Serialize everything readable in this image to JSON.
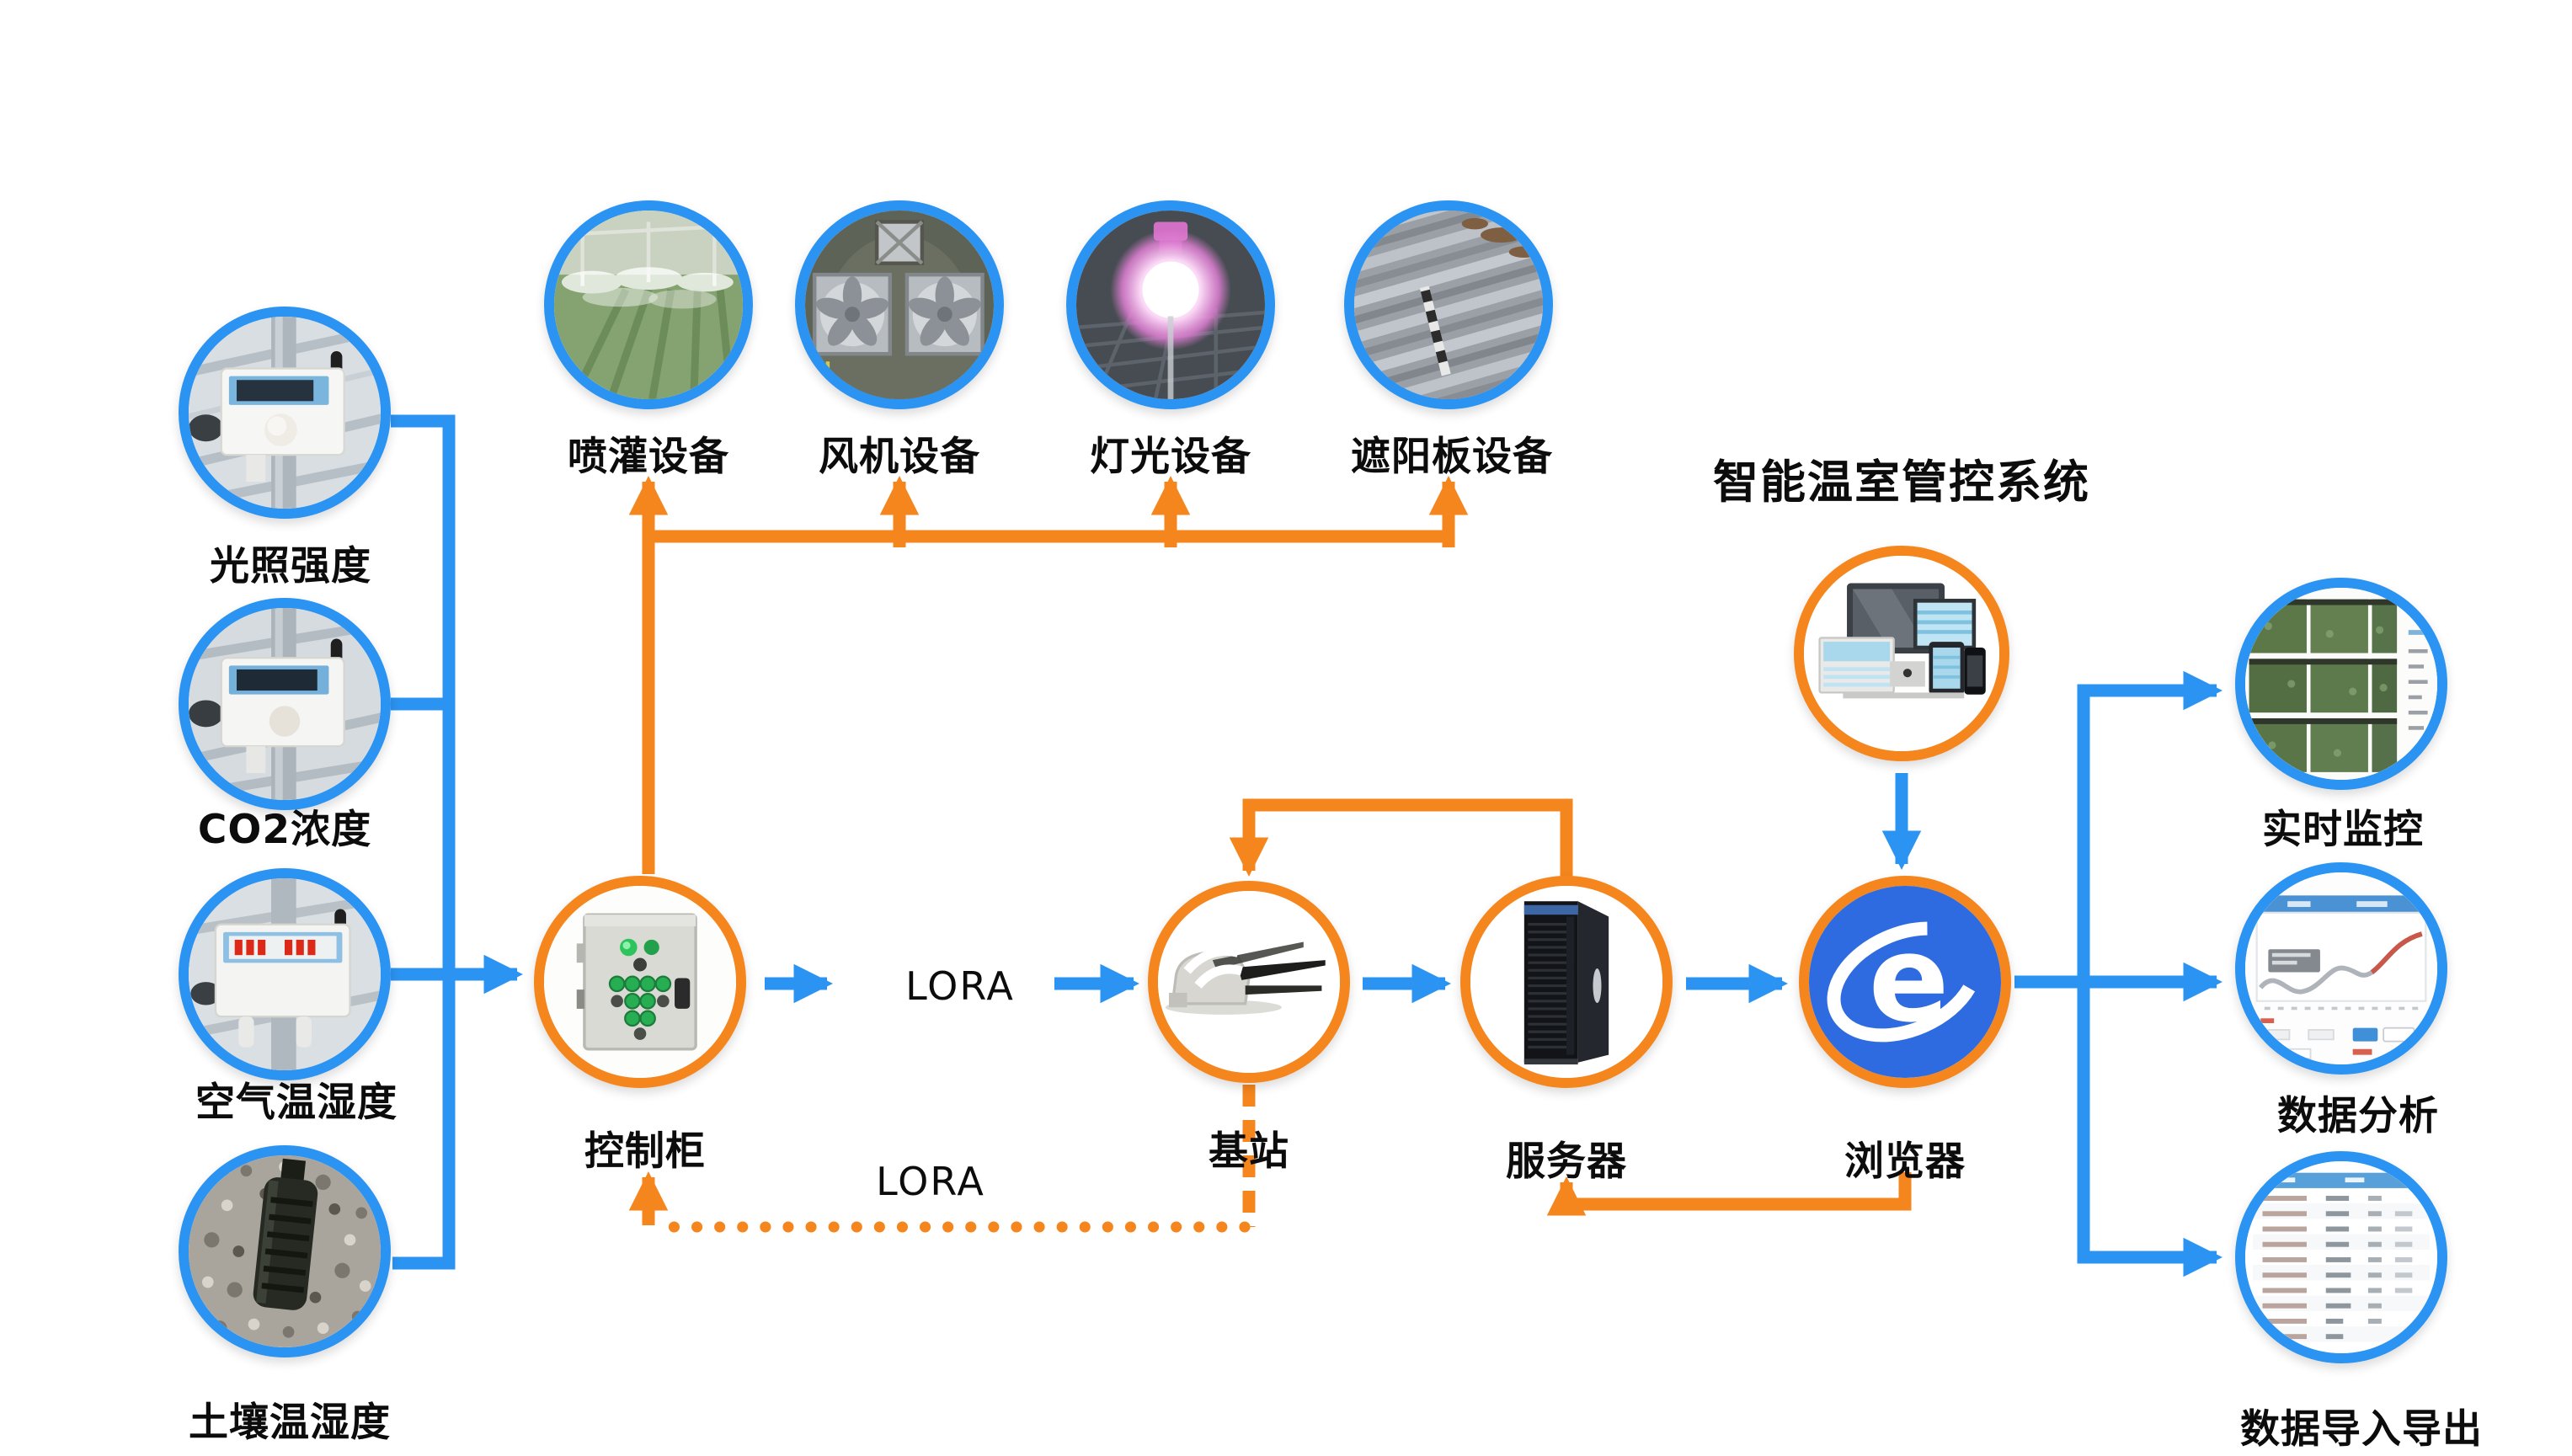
{
  "colors": {
    "blue": "#2b93f1",
    "orange": "#f5861e",
    "ink": "#0c0c0c",
    "bg": "#ffffff"
  },
  "sensors": [
    {
      "label": "光照强度",
      "icon": "light-sensor-photo"
    },
    {
      "label": "CO2浓度",
      "icon": "co2-sensor-photo"
    },
    {
      "label": "空气温湿度",
      "icon": "air-sensor-photo"
    },
    {
      "label": "土壤温湿度",
      "icon": "soil-sensor-photo"
    }
  ],
  "devices": [
    {
      "label": "喷灌设备",
      "icon": "irrigation-photo"
    },
    {
      "label": "风机设备",
      "icon": "fan-photo"
    },
    {
      "label": "灯光设备",
      "icon": "grow-light-photo"
    },
    {
      "label": "遮阳板设备",
      "icon": "shade-panel-photo"
    }
  ],
  "flow": {
    "control": {
      "label": "控制柜",
      "icon": "control-cabinet-photo"
    },
    "base": {
      "label": "基站",
      "icon": "base-station-photo"
    },
    "server": {
      "label": "服务器",
      "icon": "server-tower-photo"
    },
    "browser": {
      "label": "浏览器",
      "icon": "ie-browser-logo"
    },
    "lora_uplink": "LORA",
    "lora_downlink": "LORA"
  },
  "system": {
    "title": "智能温室管控系统",
    "icon": "multi-device-cluster"
  },
  "outputs": [
    {
      "label": "实时监控",
      "icon": "live-monitor-screenshot"
    },
    {
      "label": "数据分析",
      "icon": "analytics-screenshot"
    },
    {
      "label": "数据导入导出",
      "icon": "data-table-screenshot"
    }
  ]
}
